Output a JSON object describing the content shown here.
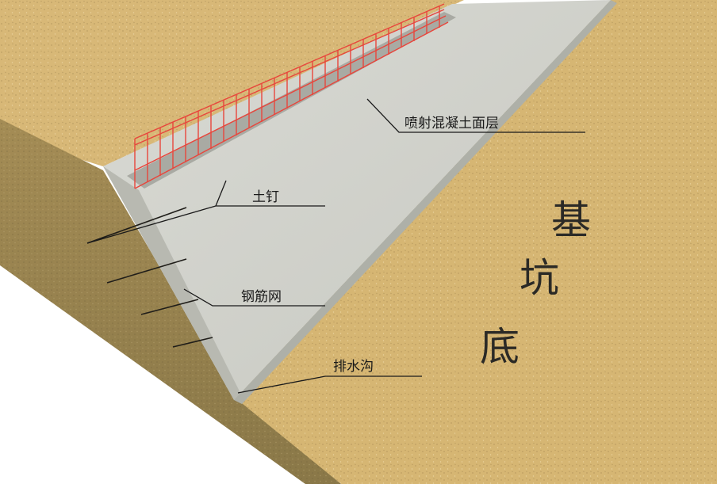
{
  "labels": {
    "shotcrete_layer": "喷射混凝土面层",
    "soil_nail": "土钉",
    "rebar_mesh": "钢筋网",
    "drain_ditch": "排水沟"
  },
  "pit_bottom": [
    "基",
    "坑",
    "底"
  ],
  "colors": {
    "soil_surface": "#d8b877",
    "soil_face": "#a58d55",
    "concrete": "#d2d3cc",
    "mesh": "#e8463c",
    "callout_line": "#1a1a1a"
  }
}
